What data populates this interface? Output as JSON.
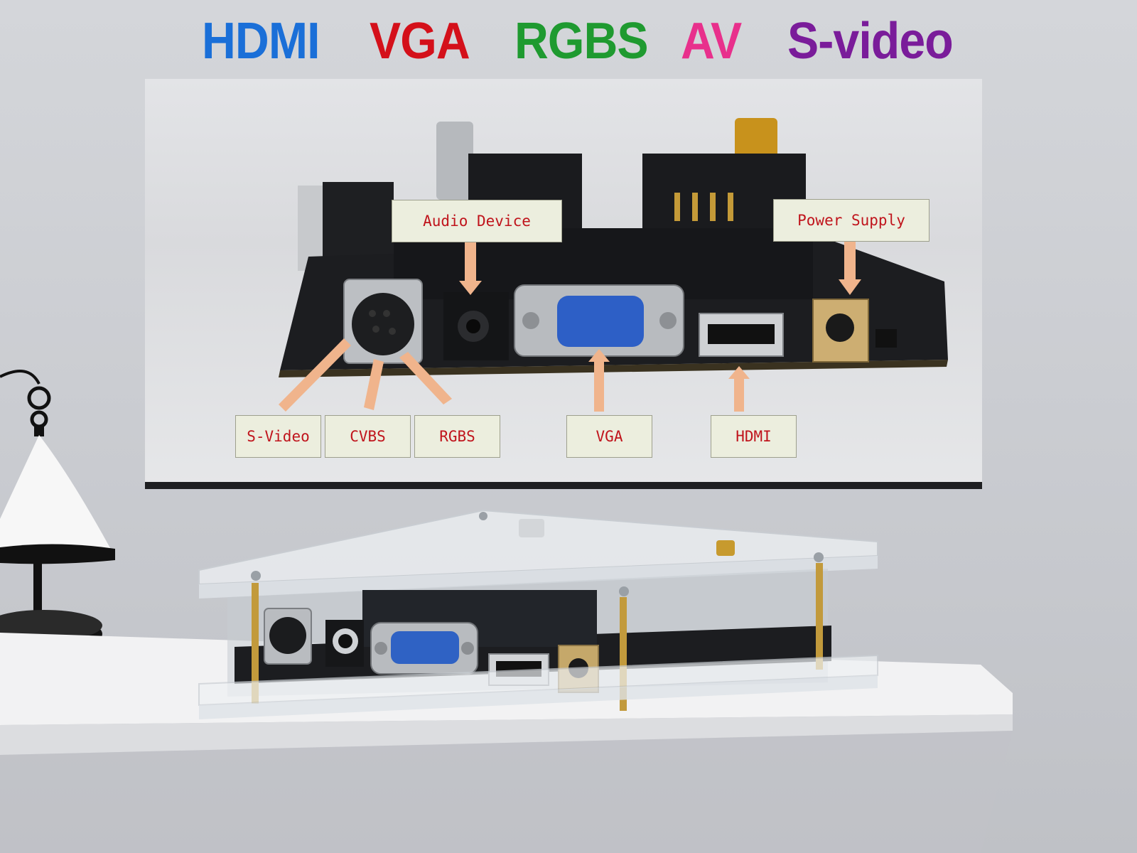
{
  "heading": {
    "items": [
      {
        "text": "HDMI",
        "color": "#1a6fd8"
      },
      {
        "text": "VGA",
        "color": "#d4101a"
      },
      {
        "text": "RGBS",
        "color": "#1f9a30"
      },
      {
        "text": "AV",
        "color": "#e8308c"
      },
      {
        "text": "S-video",
        "color": "#7a1c9a"
      }
    ]
  },
  "callouts": {
    "audio_device": "Audio Device",
    "power_supply": "Power Supply",
    "s_video": "S-Video",
    "cvbs": "CVBS",
    "rgbs": "RGBS",
    "vga": "VGA",
    "hdmi": "HDMI"
  },
  "colors": {
    "callout_text": "#c0141c",
    "callout_fill": "#eceede",
    "arrow": "#f0b48c",
    "pcb": "#1c1d20"
  }
}
